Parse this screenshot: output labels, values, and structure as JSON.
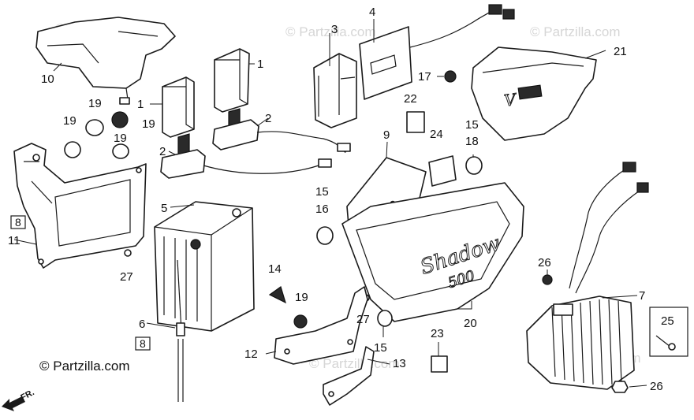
{
  "watermark": "© Partzilla.com",
  "copyright": "© Partzilla.com",
  "front_arrow_label": "FR.",
  "callouts": {
    "c1a": "1",
    "c1b": "1",
    "c2a": "2",
    "c2b": "2",
    "c3": "3",
    "c4": "4",
    "c5": "5",
    "c6": "6",
    "c7": "7",
    "c8a": "8",
    "c8b": "8",
    "c9": "9",
    "c10": "10",
    "c11": "11",
    "c12": "12",
    "c13": "13",
    "c14": "14",
    "c15a": "15",
    "c15b": "15",
    "c15c": "15",
    "c16": "16",
    "c17": "17",
    "c18": "18",
    "c19a": "19",
    "c19b": "19",
    "c19c": "19",
    "c19d": "19",
    "c19e": "19",
    "c20": "20",
    "c21": "21",
    "c22": "22",
    "c23": "23",
    "c24": "24",
    "c25": "25",
    "c26a": "26",
    "c26b": "26",
    "c27a": "27",
    "c27b": "27"
  }
}
